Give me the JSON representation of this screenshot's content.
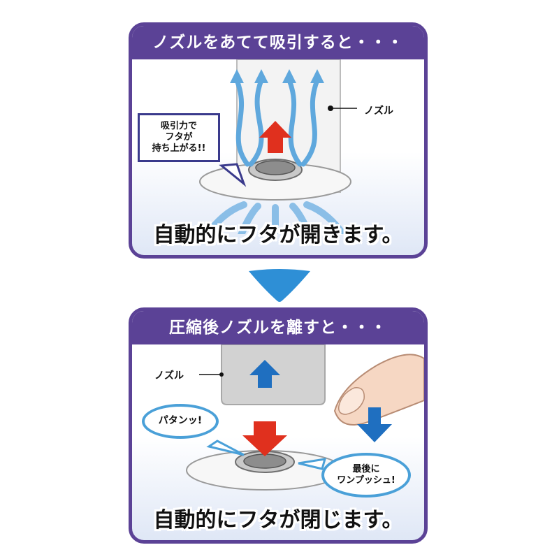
{
  "panel1": {
    "header": "ノズルをあてて吸引すると・・・",
    "nozzle_label": "ノズル",
    "callout_lines": [
      "吸引力で",
      "フタが",
      "持ち上がる!!"
    ],
    "footer": "自動的にフタが開きます。"
  },
  "panel2": {
    "header": "圧縮後ノズルを離すと・・・",
    "nozzle_label": "ノズル",
    "callout_sound": "パタンッ!",
    "callout_push_lines": [
      "最後に",
      "ワンプッシュ!"
    ],
    "footer": "自動的にフタが閉じます。"
  },
  "colors": {
    "frame": "#5b4296",
    "connector_arrow": "#2e8fd6",
    "air_flow": "#5fa8dd",
    "up_arrow_red": "#e0301e",
    "blue_arrow": "#1f6fc0",
    "finger": "#f6d7c3"
  }
}
